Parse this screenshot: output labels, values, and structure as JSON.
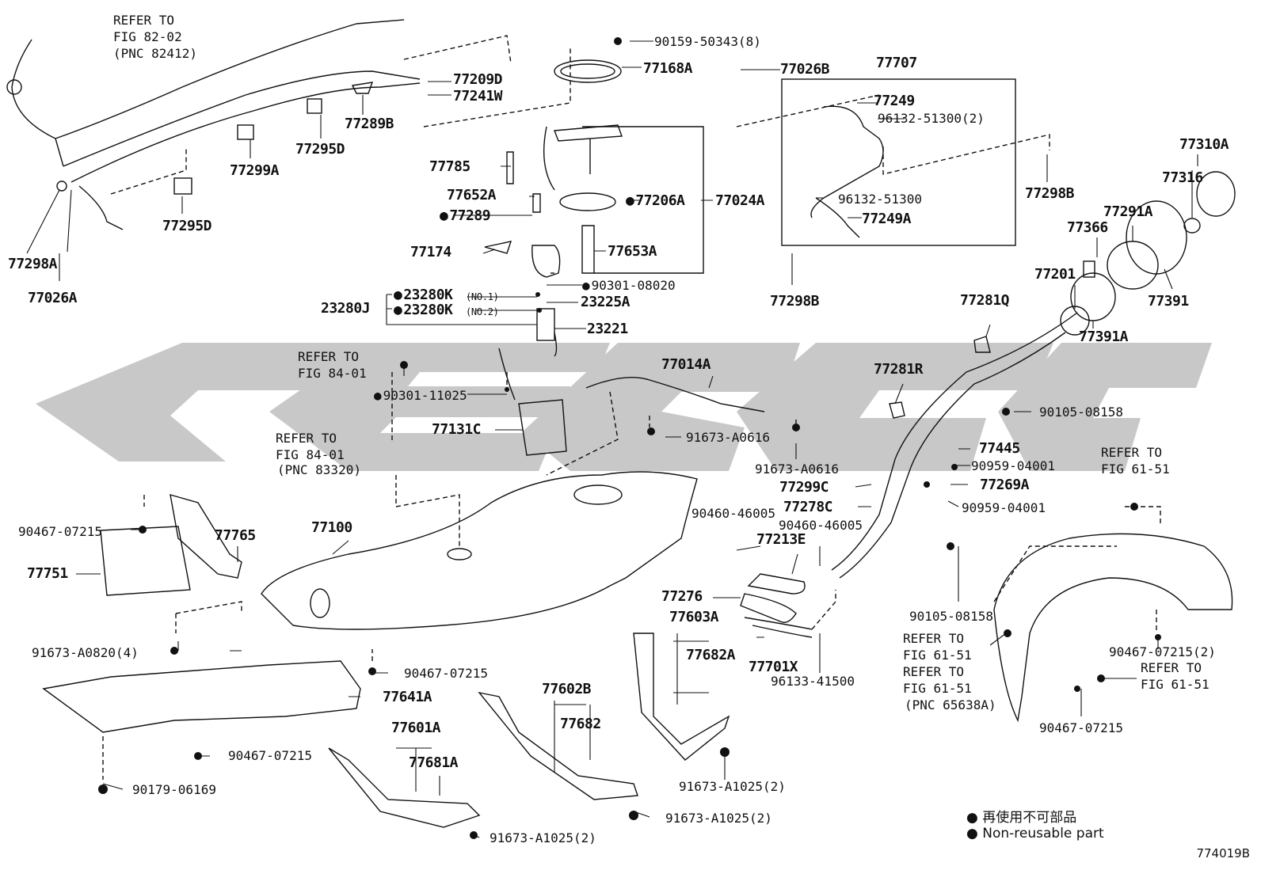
{
  "labels": {
    "ref_82_a": "REFER TO",
    "ref_82_b": "FIG 82-02",
    "ref_82_c": "(PNC 82412)",
    "p90159": "90159-50343(8)",
    "p77168A": "77168A",
    "p77026B": "77026B",
    "p77707": "77707",
    "p77209D": "77209D",
    "p77241W": "77241W",
    "p77289B": "77289B",
    "p77295D_1": "77295D",
    "p77299A": "77299A",
    "p77295D_2": "77295D",
    "p77298A": "77298A",
    "p77026A": "77026A",
    "p77249": "77249",
    "p96132_2": "96132-51300(2)",
    "p96132": "96132-51300",
    "p77249A": "77249A",
    "p77298B_1": "77298B",
    "p77298B_2": "77298B",
    "p77310A": "77310A",
    "p77316": "77316",
    "p77291A": "77291A",
    "p77366": "77366",
    "p77201": "77201",
    "p77391": "77391",
    "p77391A": "77391A",
    "p77785": "77785",
    "p77652A": "77652A",
    "p77289": "77289",
    "p77206A": "77206A",
    "p77024A": "77024A",
    "p77174": "77174",
    "p77653A": "77653A",
    "p90301_08020": "90301-08020",
    "p23280K_1": "23280K",
    "no1": "(NO.1)",
    "p23280J": "23280J",
    "p23280K_2": "23280K",
    "no2": "(NO.2)",
    "p23225A": "23225A",
    "p23221": "23221",
    "ref_84_a": "REFER TO",
    "ref_84_b": "FIG 84-01",
    "p90301_11025": "90301-11025",
    "ref_84c_a": "REFER TO",
    "ref_84c_b": "FIG 84-01",
    "ref_84c_c": "(PNC 83320)",
    "p77131C": "77131C",
    "p77014A": "77014A",
    "p91673_A0616_1": "91673-A0616",
    "p91673_A0616_2": "91673-A0616",
    "p77281Q": "77281Q",
    "p77281R": "77281R",
    "p90105_08158_1": "90105-08158",
    "p77445": "77445",
    "p90959_1": "90959-04001",
    "p77299C": "77299C",
    "p77269A": "77269A",
    "p90959_2": "90959-04001",
    "p77278C": "77278C",
    "p90460_1": "90460-46005",
    "p90460_2": "90460-46005",
    "p77213E": "77213E",
    "ref_61_a": "REFER TO",
    "ref_61_b": "FIG 61-51",
    "p90467_1": "90467-07215",
    "p77765": "77765",
    "p77751": "77751",
    "p77100": "77100",
    "p90105_08158_2": "90105-08158",
    "p77276": "77276",
    "p77603A": "77603A",
    "p77682A": "77682A",
    "p77701X": "77701X",
    "p96133": "96133-41500",
    "p91673_A0820": "91673-A0820(4)",
    "p90467_2": "90467-07215",
    "p77641A": "77641A",
    "ref_61c_a": "REFER TO",
    "ref_61c_b": "FIG 61-51",
    "ref_61d_a": "REFER TO",
    "ref_61d_b": "FIG 61-51",
    "ref_61d_c": "(PNC 65638A)",
    "p90467_3": "90467-07215(2)",
    "ref_61e_a": "REFER TO",
    "ref_61e_b": "FIG 61-51",
    "p90467_4": "90467-07215",
    "p77602B": "77602B",
    "p77682": "77682",
    "p77601A": "77601A",
    "p77681A": "77681A",
    "p90467_5": "90467-07215",
    "p90179": "90179-06169",
    "p91673_A1025_1": "91673-A1025(2)",
    "p91673_A1025_2": "91673-A1025(2)",
    "p91673_A1025_3": "91673-A1025(2)"
  },
  "legend": {
    "jp": "再使用不可部品",
    "en": "Non-reusable part"
  },
  "drawing_code": "774019B",
  "colors": {
    "watermark": "#c8c8c8",
    "ink": "#111111"
  }
}
